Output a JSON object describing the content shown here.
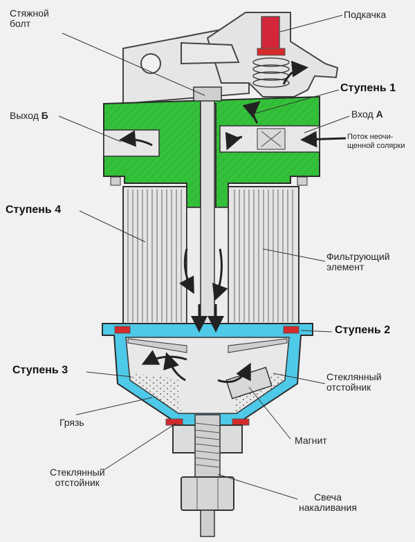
{
  "labels": {
    "tie_bolt": [
      "Стяжной",
      "болт"
    ],
    "primer": "Подкачка",
    "stage1": "Ступень 1",
    "outlet": "Выход",
    "outlet_letter": "Б",
    "inlet": "Вход",
    "inlet_letter": "А",
    "raw_fuel_flow": [
      "Поток неочи-",
      "щенной солярки"
    ],
    "stage4": "Ступень 4",
    "filter_element": [
      "Фильтрующий",
      "элемент"
    ],
    "stage2": "Ступень 2",
    "stage3": "Ступень 3",
    "glass_bowl_right": [
      "Стеклянный",
      "отстойник"
    ],
    "dirt": "Грязь",
    "magnet": "Магнит",
    "glass_bowl_left": [
      "Стеклянный",
      "отстойник"
    ],
    "glow_plug": [
      "Свеча",
      "накаливания"
    ]
  },
  "colors": {
    "housing": "#34c13a",
    "bowl": "#4ec9e8",
    "gasket": "#d42a2a",
    "metal": "#dcdcdc",
    "outline": "#333333",
    "background": "#f1f1f1"
  }
}
